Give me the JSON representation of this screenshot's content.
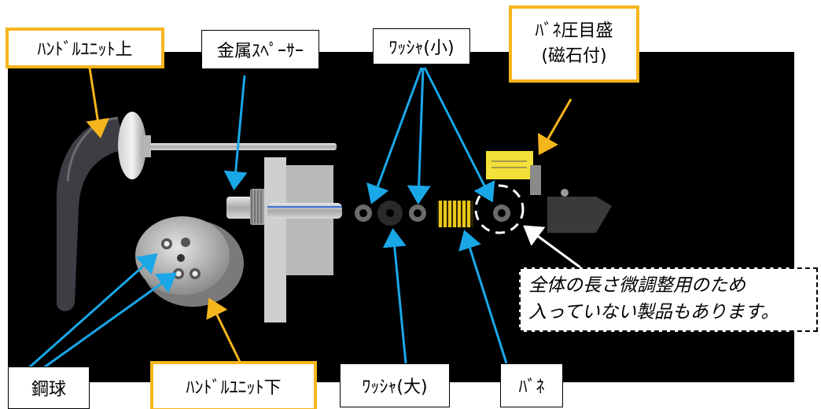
{
  "labels": {
    "handle_top": "ﾊﾝﾄﾞﾙﾕﾆｯﾄ上",
    "metal_spacer": "金属ｽﾍﾟｰｻｰ",
    "washer_small": "ﾜｯｼｬ(小)",
    "spring_scale_line1": "ﾊﾞﾈ圧目盛",
    "spring_scale_line2": "(磁石付)",
    "steel_ball": "鋼球",
    "handle_bottom": "ﾊﾝﾄﾞﾙﾕﾆｯﾄ下",
    "washer_large": "ﾜｯｼｬ(大)",
    "spring": "ﾊﾞﾈ"
  },
  "note": {
    "line1": "全体の長さ微調整用のため",
    "line2": "入っていない製品もあります。"
  },
  "colors": {
    "arrow_blue": "#1aa7e8",
    "arrow_gold": "#f5b51c",
    "background": "#000000"
  }
}
